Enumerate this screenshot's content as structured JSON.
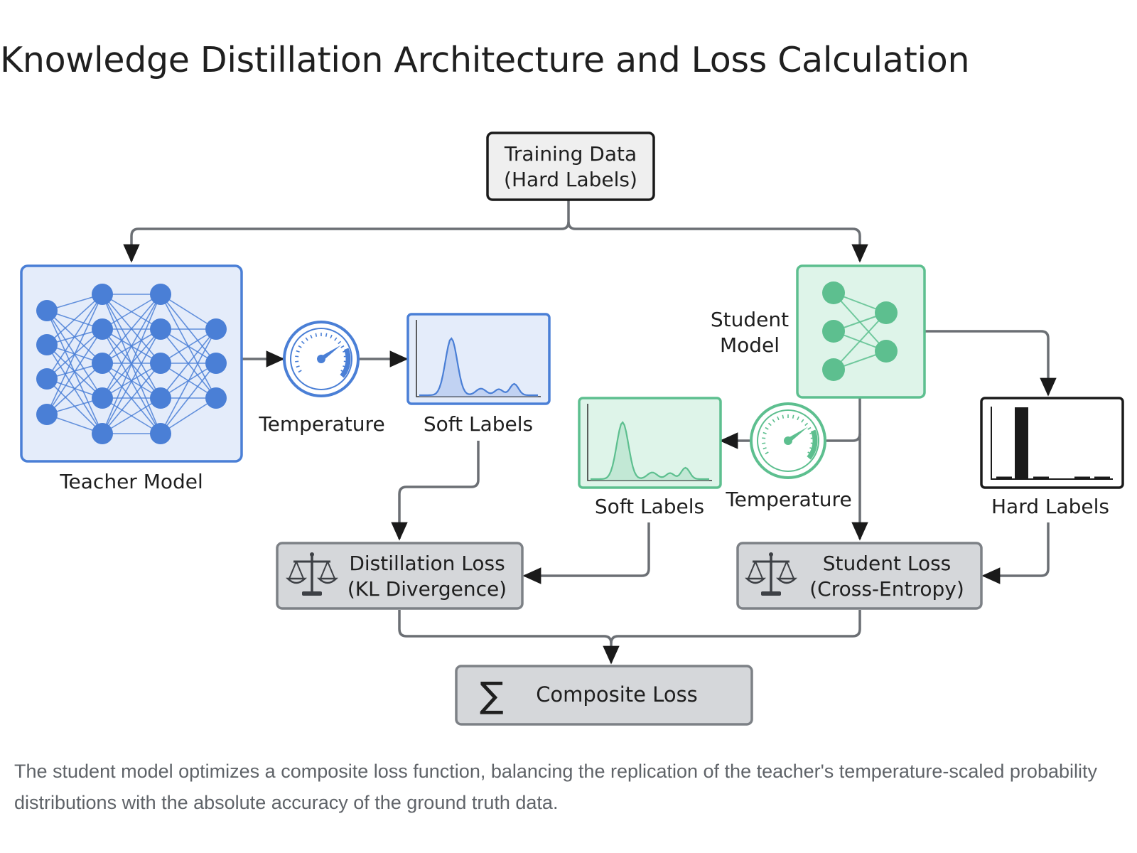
{
  "title": "Knowledge Distillation Architecture and Loss Calculation",
  "nodes": {
    "training_data": [
      "Training Data",
      "(Hard Labels)"
    ],
    "teacher_model": "Teacher Model",
    "teacher_temperature": "Temperature",
    "teacher_soft_labels": "Soft Labels",
    "student_model": [
      "Student",
      "Model"
    ],
    "student_soft_labels": "Soft Labels",
    "student_temperature": "Temperature",
    "hard_labels": "Hard Labels",
    "distillation_loss": [
      "Distillation Loss",
      "(KL Divergence)"
    ],
    "student_loss": [
      "Student Loss",
      "(Cross-Entropy)"
    ],
    "composite_loss": "Composite Loss",
    "composite_symbol": "∑"
  },
  "icons": {
    "teacher_model": "neural-network-icon",
    "temperature": "gauge-icon",
    "soft_labels": "distribution-curve-icon",
    "hard_labels": "one-hot-bar-icon",
    "loss": "balance-scale-icon",
    "sum": "sigma-icon"
  },
  "colors": {
    "teacher": "#4a7fd6",
    "teacher_fill": "#e4ecfa",
    "student": "#5dbf8f",
    "student_fill": "#def4e9",
    "loss_fill": "#d5d7da",
    "edge": "#6b6f74",
    "text": "#1f1f1f",
    "caption": "#5f6368"
  },
  "caption": "The student model optimizes a composite loss function, balancing the replication of the teacher's temperature-scaled probability distributions with the absolute accuracy of the ground truth data."
}
